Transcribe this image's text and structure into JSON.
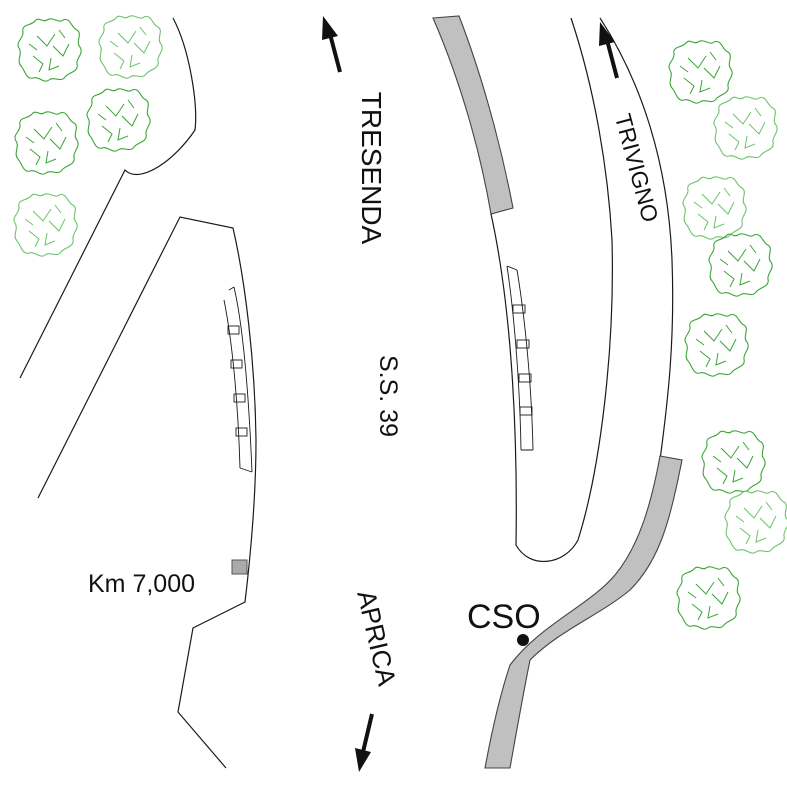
{
  "labels": {
    "road_name": "S.S. 39",
    "direction_north_left": "TRESENDA",
    "direction_north_right": "TRIVIGNO",
    "direction_south": "APRICA",
    "kilometer_marker": "Km 7,000",
    "station_code": "CSO"
  },
  "colors": {
    "tree": "#3aa635",
    "tree_light": "#6cc46a",
    "barrier": "#c0c0c0",
    "barrier_edge": "#444444",
    "line": "#1a1a1a",
    "background": "#ffffff"
  },
  "icons": {
    "tree": "tree-icon",
    "arrow": "arrow-icon",
    "station": "station-dot-icon",
    "marker": "km-marker-icon"
  }
}
